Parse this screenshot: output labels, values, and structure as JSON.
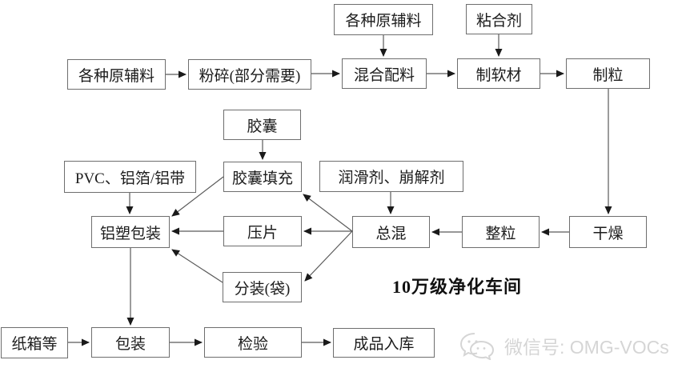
{
  "diagram": {
    "background_color": "#ffffff",
    "box_border_color": "#6e6e6e",
    "box_text_color": "#1c1c1c",
    "connector_color": "#5a5a5a",
    "arrowhead_color": "#1a1a1a",
    "room_label": "10万级净化车间",
    "watermark": {
      "icon": "wechat-icon",
      "text": "微信号: OMG-VOCs",
      "color": "#d5d5d5"
    },
    "nodes": {
      "raw_materials_1": "各种原辅料",
      "crushing": "粉碎(部分需要)",
      "raw_materials_2": "各种原辅料",
      "binder": "粘合剂",
      "mixing": "混合配料",
      "soft_material": "制软材",
      "granulation": "制粒",
      "capsule": "胶囊",
      "pvc_foil": "PVC、铝箔/铝带",
      "capsule_filling": "胶囊填充",
      "lubricant_disintegrant": "润滑剂、崩解剂",
      "blister_packaging": "铝塑包装",
      "tablet_pressing": "压片",
      "final_blending": "总混",
      "granule_sizing": "整粒",
      "drying": "干燥",
      "bag_filling": "分装(袋)",
      "carton_etc": "纸箱等",
      "packaging": "包装",
      "inspection": "检验",
      "finished_warehouse": "成品入库"
    }
  }
}
